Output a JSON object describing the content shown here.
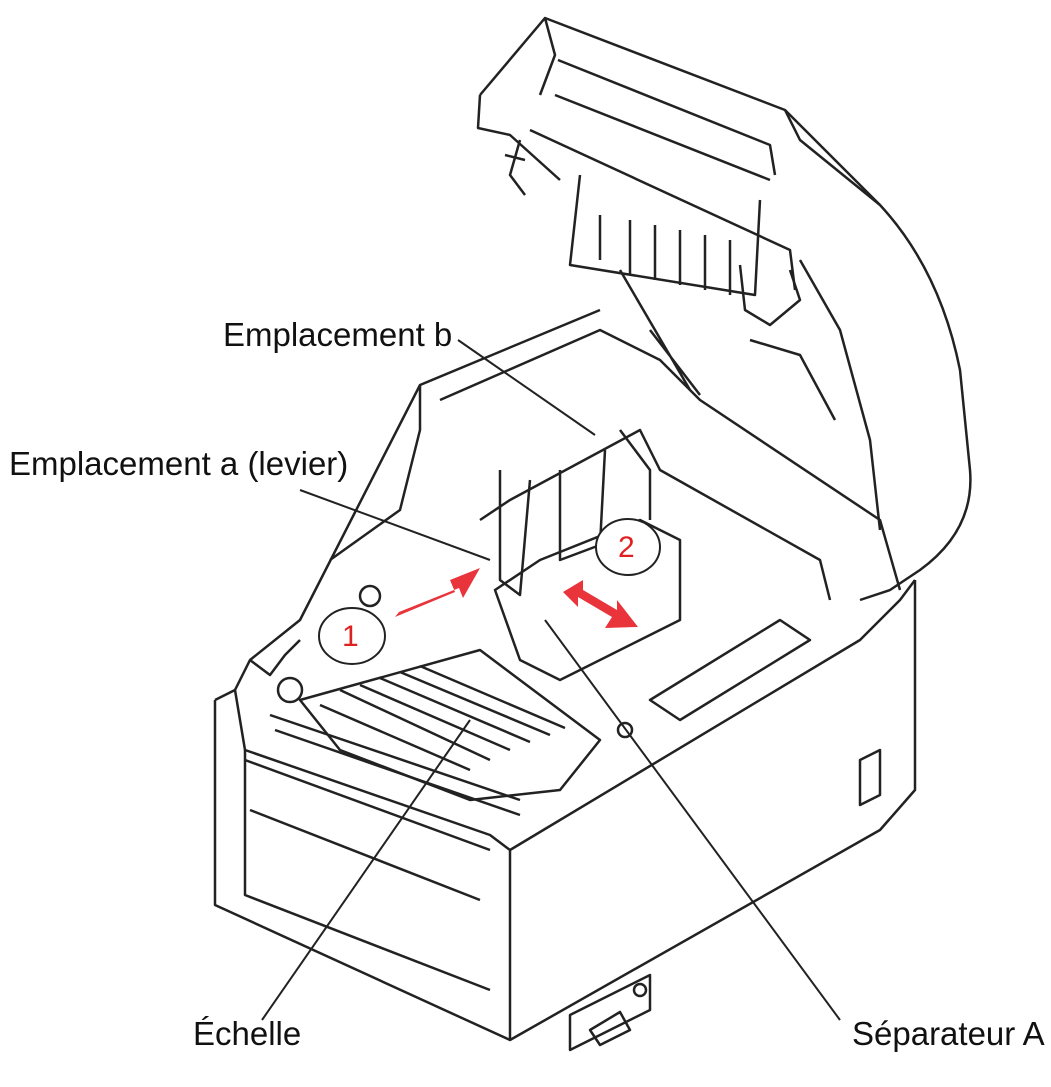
{
  "labels": {
    "slot_b": "Emplacement b",
    "slot_a": "Emplacement a (levier)",
    "scale": "Échelle",
    "separator": "Séparateur A"
  },
  "steps": [
    "1",
    "2"
  ],
  "colors": {
    "arrow": "#e8343a",
    "step_text": "#e02020",
    "line": "#222222"
  }
}
